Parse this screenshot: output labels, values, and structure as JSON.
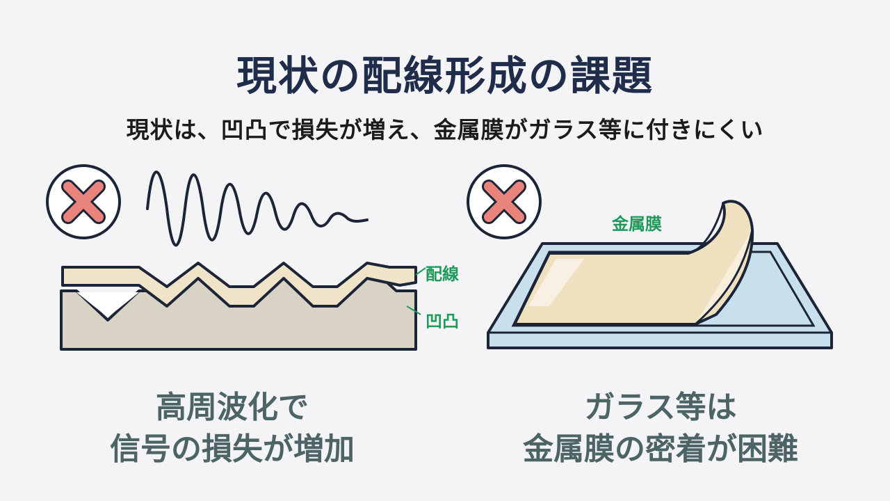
{
  "title": "現状の配線形成の課題",
  "subtitle": "現状は、凹凸で損失が増え、金属膜がガラス等に付きにくい",
  "left_panel": {
    "label_wiring": "配線",
    "label_unevenness": "凹凸",
    "caption_line1": "高周波化で",
    "caption_line2": "信号の損失が増加"
  },
  "right_panel": {
    "label_metal_film": "金属膜",
    "caption_line1": "ガラス等は",
    "caption_line2": "金属膜の密着が困難"
  },
  "colors": {
    "label_green": "#1e9a5a",
    "cross_red": "#e8847c",
    "outline": "#1c2438",
    "wire_fill": "#efe4c8",
    "base_fill": "#d9d3c6",
    "glass_fill": "#c8e0ee",
    "film_fill": "#efe1c0"
  }
}
